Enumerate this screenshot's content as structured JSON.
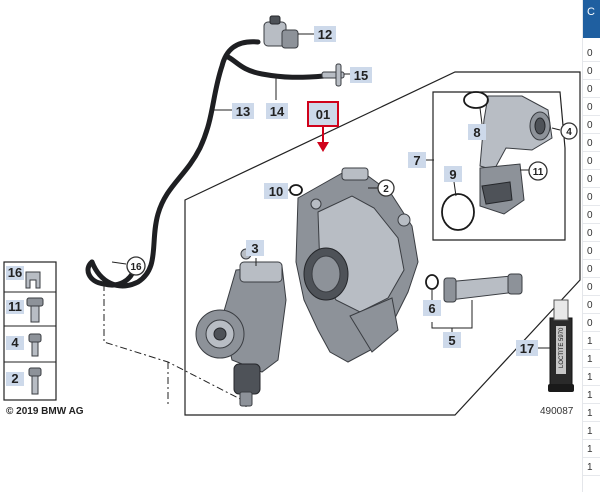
{
  "callouts": {
    "c12": "12",
    "c15": "15",
    "c13": "13",
    "c14": "14",
    "c01": "01",
    "c3": "3",
    "c7": "7",
    "c8": "8",
    "c9": "9",
    "c10": "10",
    "c6": "6",
    "c5": "5",
    "c17": "17",
    "c16b": "16",
    "c11b": "11",
    "c4b": "4",
    "c2b": "2"
  },
  "circled": {
    "c2": "2",
    "c4": "4",
    "c11": "11",
    "c16": "16"
  },
  "copyright": "© 2019 BMW AG",
  "diagram_id": "490087",
  "product_label": "LOCTITE 5970",
  "side_strip": {
    "header": "C",
    "cells": [
      "0",
      "0",
      "0",
      "0",
      "0",
      "0",
      "0",
      "0",
      "0",
      "0",
      "0",
      "0",
      "0",
      "0",
      "0",
      "0",
      "1",
      "1",
      "1",
      "1",
      "1",
      "1",
      "1",
      "1"
    ]
  },
  "colors": {
    "highlight": "#d0021b",
    "callout_bg": "#cdd9ea",
    "strip_header": "#1f5fa0"
  }
}
